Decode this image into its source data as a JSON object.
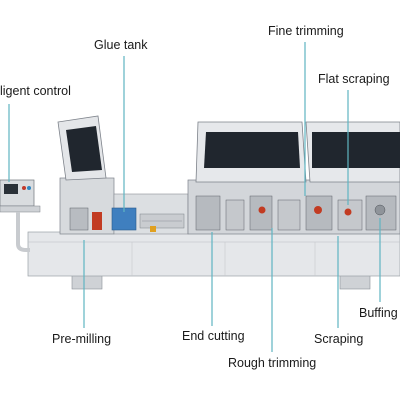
{
  "labels": {
    "intelligent_control": "ligent control",
    "glue_tank": "Glue tank",
    "fine_trimming": "Fine trimming",
    "flat_scraping": "Flat scraping",
    "buffing": "Buffing",
    "pre_milling": "Pre-milling",
    "end_cutting": "End cutting",
    "rough_trimming": "Rough trimming",
    "scraping": "Scraping"
  },
  "colors": {
    "leader_line": "#5fb5c2",
    "machine_body": "#e3e5e8",
    "cover_glass": "#20262e"
  }
}
